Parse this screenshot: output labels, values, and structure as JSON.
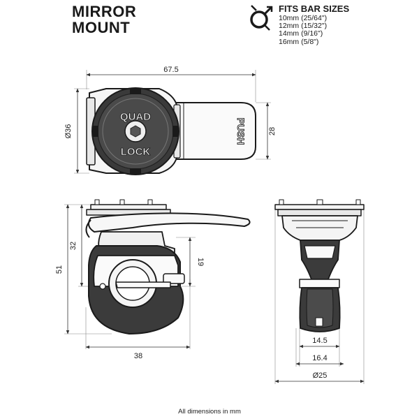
{
  "title": {
    "line1": "MIRROR",
    "line2": "MOUNT"
  },
  "fits": {
    "heading": "FITS BAR SIZES",
    "icon": "bar-size-gauge-icon",
    "sizes": [
      "10mm (25/64\")",
      "12mm (15/32\")",
      "14mm (9/16\")",
      "16mm (5/8\")"
    ]
  },
  "dimensions": {
    "top_width": "67.5",
    "top_diameter": "Ø36",
    "top_height": "28",
    "side_total_height": "51",
    "side_upper_height": "32",
    "side_clamp_height": "19",
    "side_width": "38",
    "front_a": "14.5",
    "front_b": "16.4",
    "front_c": "Ø25"
  },
  "logo": {
    "word1": "QUAD",
    "word2": "LOCK",
    "push": "PUSH"
  },
  "footer": "All dimensions in mm",
  "colors": {
    "ink": "#1a1a1a",
    "dim": "#444444",
    "body": "#555555",
    "dark": "#2a2a2a"
  }
}
